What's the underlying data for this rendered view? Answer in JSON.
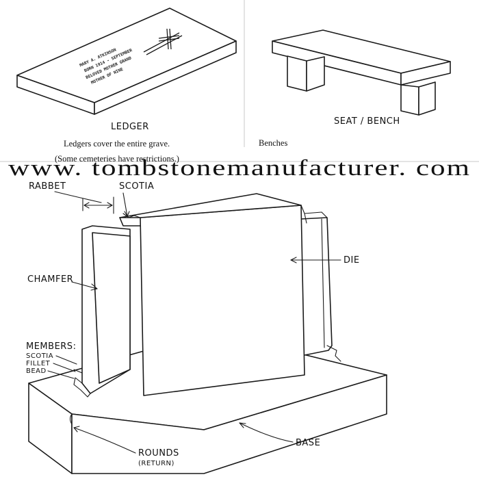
{
  "top_panels": {
    "ledger": {
      "drawing_label": "LEDGER",
      "caption_line1": "Ledgers cover the entire grave.",
      "caption_line2": "(Some cemeteries have restrictions.)",
      "engraving": [
        "MARY A. ATKINSON",
        "BORN 1914 - SEPTEMBER",
        "BELOVED MOTHER GRAND",
        "MOTHER OF NINE"
      ]
    },
    "bench": {
      "drawing_label": "SEAT / BENCH",
      "caption": "Benches"
    }
  },
  "watermark": "www. tombstonemanufacturer. com",
  "headstone_labels": {
    "rabbet": "RABBET",
    "scotia": "SCOTIA",
    "die": "DIE",
    "chamfer": "CHAMFER",
    "members_title": "MEMBERS:",
    "members_items": [
      "SCOTIA",
      "FILLET",
      "BEAD"
    ],
    "base": "BASE",
    "rounds": "ROUNDS",
    "rounds_sub": "(RETURN)"
  },
  "icons": {
    "ledger_cross": "cross-icon"
  }
}
